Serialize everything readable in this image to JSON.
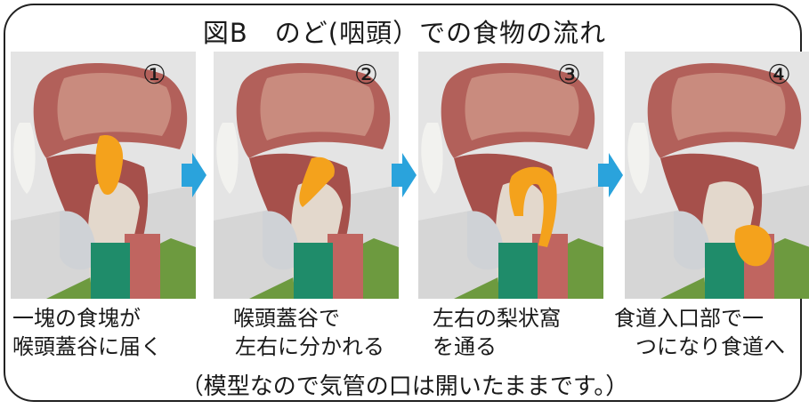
{
  "title": "図B　のど(咽頭）での食物の流れ",
  "panels": [
    {
      "number": "①",
      "caption": [
        "一塊の食塊が",
        "喉頭蓋谷に届く"
      ]
    },
    {
      "number": "②",
      "caption": [
        "喉頭蓋谷で",
        "左右に分かれる"
      ]
    },
    {
      "number": "③",
      "caption": [
        "左右の梨状窩",
        "を通る"
      ]
    },
    {
      "number": "④",
      "caption": [
        "食道入口部で一",
        "つになり食道へ"
      ]
    }
  ],
  "note": "（模型なので気管の口は開いたままです。）",
  "colors": {
    "bolus": "#f4a21c",
    "tissue": "#b25a55",
    "trachea": "#1f8c6a",
    "arrow": "#2aa3dc"
  }
}
